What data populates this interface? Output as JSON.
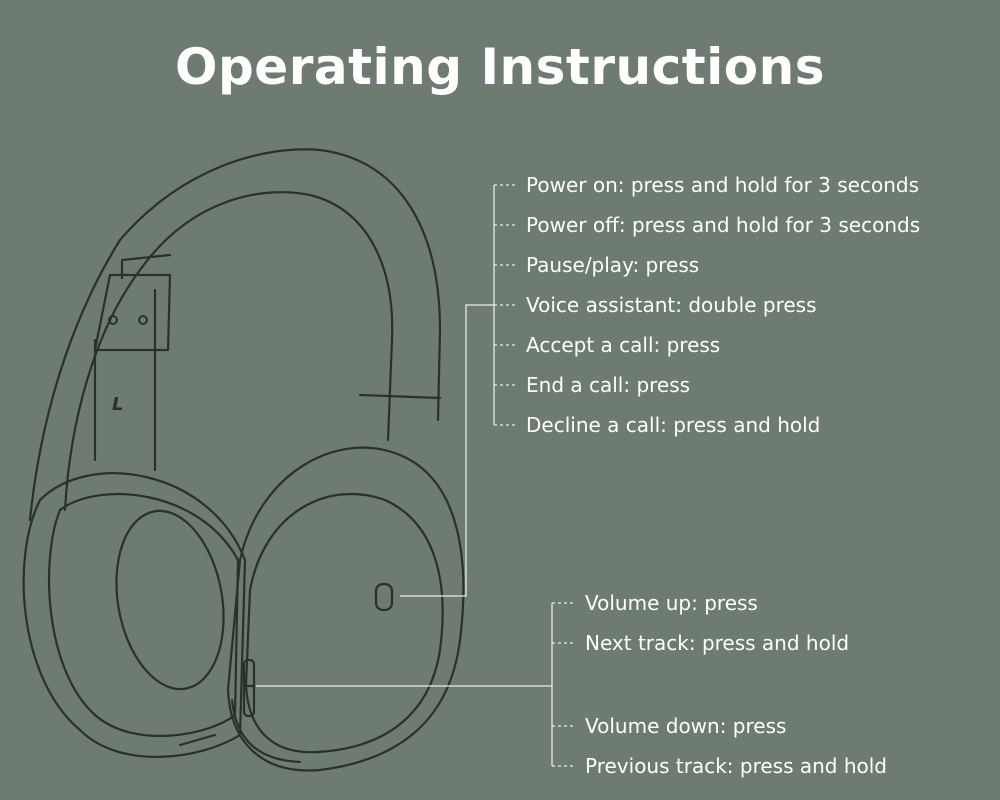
{
  "title": "Operating Instructions",
  "power_button_instructions": [
    "Power on: press and hold for 3 seconds",
    "Power off: press and hold for 3 seconds",
    "Pause/play: press",
    "Voice assistant: double press",
    "Accept a call: press",
    "End a call: press",
    "Decline a call: press and hold"
  ],
  "volume_up_instructions": [
    "Volume up: press",
    "Next track: press and hold"
  ],
  "volume_down_instructions": [
    "Volume down: press",
    "Previous track: press and hold"
  ],
  "headband_side_mark": "L",
  "colors": {
    "background": "#6d7b70",
    "line": "#2b302c",
    "text": "#ffffff",
    "leader": "#e8ece8"
  }
}
